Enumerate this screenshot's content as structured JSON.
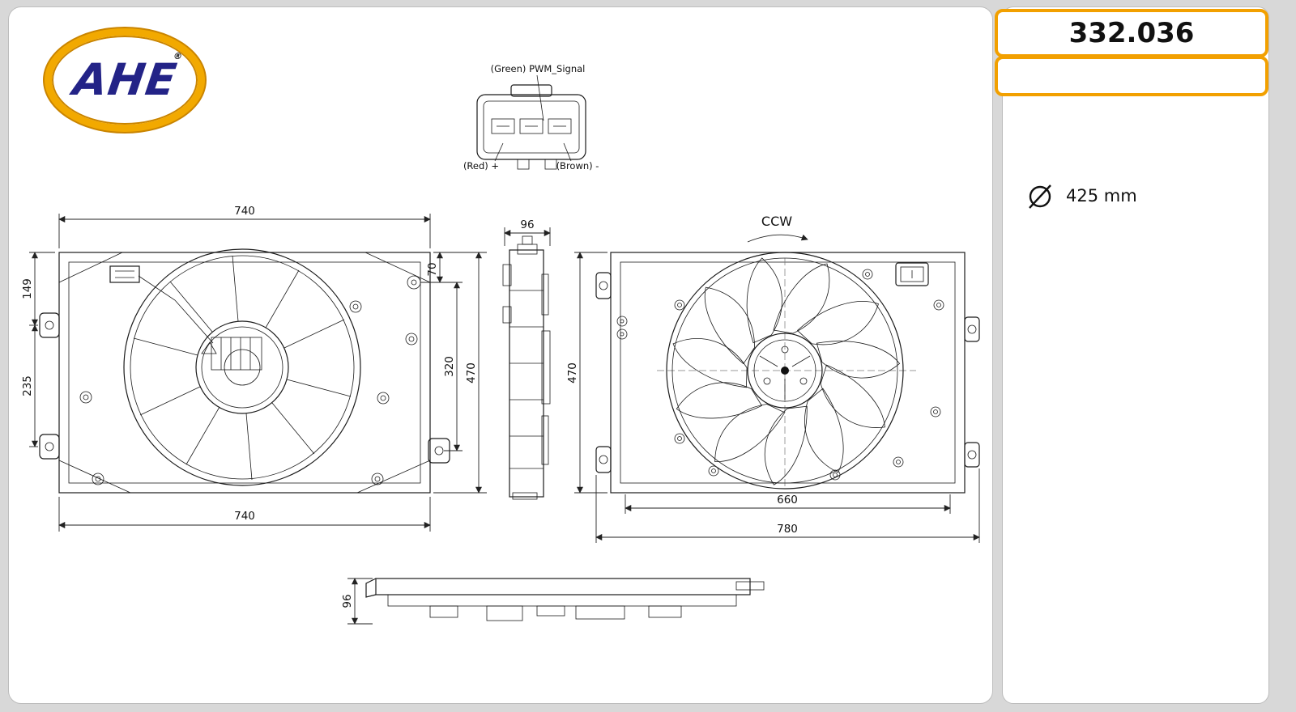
{
  "brand": {
    "logo_text": "AHE",
    "registered_mark": "®"
  },
  "info_panel": {
    "part_number": "332.036",
    "diameter_value": "425 mm"
  },
  "connector_detail": {
    "pwm_label": "(Green) PWM_Signal",
    "plus_label": "(Red) +",
    "minus_label": "(Brown) -"
  },
  "views": {
    "front": {
      "dim_top_width": "740",
      "dim_bottom_width": "740",
      "dim_left_upper": "149",
      "dim_left_lower": "235",
      "dim_right_hole_span": "320",
      "dim_right_height": "470",
      "dim_top_right": "70"
    },
    "side": {
      "dim_depth": "96"
    },
    "rear": {
      "rotation_label": "CCW",
      "dim_left_height": "470",
      "dim_inner_width": "660",
      "dim_outer_width": "780"
    },
    "bottom": {
      "dim_depth": "96"
    }
  }
}
